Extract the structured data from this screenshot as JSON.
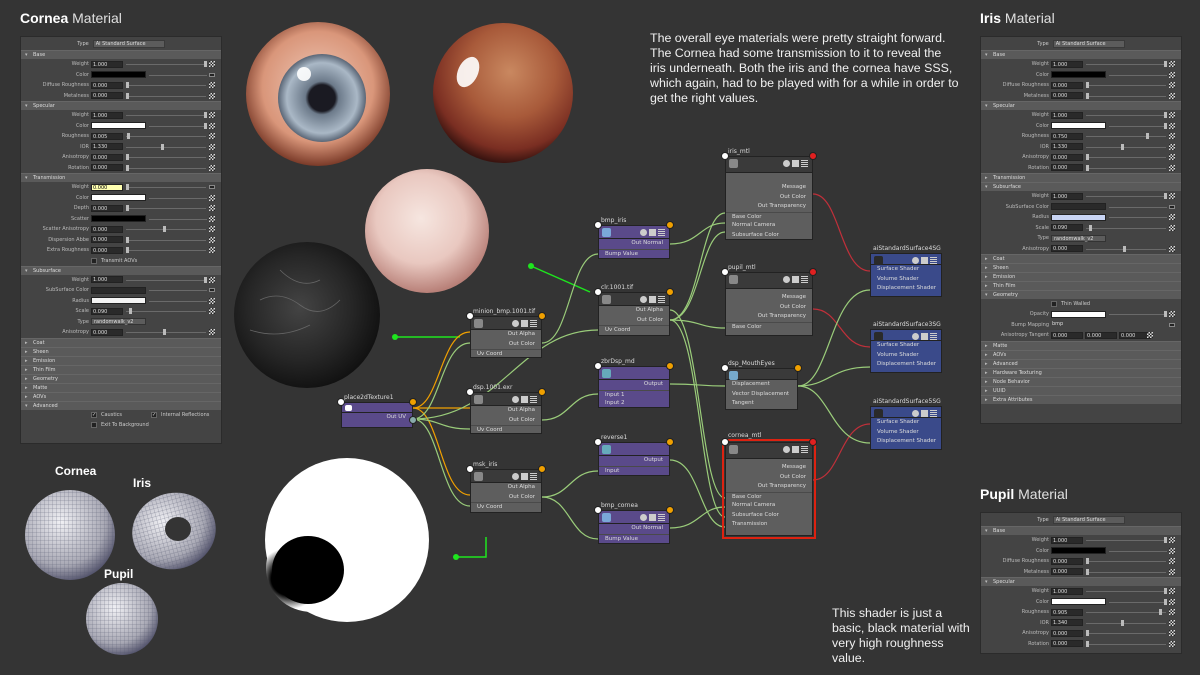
{
  "titles": {
    "cornea": {
      "bold": "Cornea",
      "light": "Material"
    },
    "iris": {
      "bold": "Iris",
      "light": "Material"
    },
    "pupil": {
      "bold": "Pupil",
      "light": "Material"
    }
  },
  "notes": {
    "top": "The overall eye materials were pretty straight forward. The Cornea had some transmission to it to reveal the iris underneath. Both the iris and the cornea have SSS, which again, had to be played with for a while in order to get the right values.",
    "bottom": "This shader is just a basic, black material with very high roughness value."
  },
  "mesh_labels": {
    "cornea": "Cornea",
    "iris": "Iris",
    "pupil": "Pupil"
  },
  "common": {
    "type_label": "Type",
    "type_value": "Ai Standard Surface"
  },
  "cornea_panel": {
    "base": "Base",
    "weight": "Weight",
    "weight_v": "1.000",
    "color": "Color",
    "diffuse_roughness": "Diffuse Roughness",
    "diffuse_roughness_v": "0.000",
    "metalness": "Metalness",
    "metalness_v": "0.000",
    "specular": "Specular",
    "s_weight_v": "1.000",
    "roughness": "Roughness",
    "roughness_v": "0.005",
    "ior": "IOR",
    "ior_v": "1.330",
    "anisotropy": "Anisotropy",
    "anisotropy_v": "0.000",
    "rotation": "Rotation",
    "rotation_v": "0.000",
    "transmission": "Transmission",
    "t_weight_v": "0.000",
    "depth": "Depth",
    "depth_v": "0.000",
    "scatter": "Scatter",
    "scatter_aniso": "Scatter Anisotropy",
    "scatter_aniso_v": "0.000",
    "dispersion": "Dispersion Abbe",
    "dispersion_v": "0.000",
    "extra_roughness": "Extra Roughness",
    "extra_roughness_v": "0.000",
    "transmit_aovs": "Transmit AOVs",
    "subsurface": "Subsurface",
    "ss_weight_v": "1.000",
    "ss_color": "SubSurface Color",
    "radius": "Radius",
    "scale": "Scale",
    "scale_v": "0.090",
    "type2_value": "randomwalk_v2",
    "ss_anisotropy_v": "0.000",
    "collapsed": [
      "Coat",
      "Sheen",
      "Emission",
      "Thin Film",
      "Geometry",
      "Matte",
      "AOVs",
      "Advanced"
    ],
    "caustics": "Caustics",
    "internal_reflections": "Internal Reflections",
    "exit_to_background": "Exit To Background"
  },
  "iris_panel": {
    "base": "Base",
    "weight_v": "1.000",
    "diffuse_roughness_v": "0.000",
    "metalness_v": "0.000",
    "specular": "Specular",
    "s_weight_v": "1.000",
    "roughness_v": "0.750",
    "ior_v": "1.330",
    "anisotropy_v": "0.000",
    "rotation_v": "0.000",
    "transmission": "Transmission",
    "subsurface": "Subsurface",
    "ss_weight_v": "1.000",
    "ss_color": "SubSurface Color",
    "scale_v": "0.090",
    "type2_value": "randomwalk_v2",
    "ss_anisotropy_v": "0.000",
    "coat": "Coat",
    "sheen": "Sheen",
    "emission": "Emission",
    "thin_film": "Thin Film",
    "geometry": "Geometry",
    "thin_walled": "Thin Walled",
    "opacity": "Opacity",
    "bump_mapping": "Bump Mapping",
    "bump_mapping_v": "bmp",
    "aniso_tangent": "Anisotropy Tangent",
    "aniso_tangent_v": [
      "0.000",
      "0.000",
      "0.000"
    ],
    "collapsed": [
      "Matte",
      "AOVs",
      "Advanced",
      "Hardware Texturing",
      "Node Behavior",
      "UUID",
      "Extra Attributes"
    ]
  },
  "pupil_panel": {
    "base": "Base",
    "weight_v": "1.000",
    "diffuse_roughness_v": "0.000",
    "metalness_v": "0.000",
    "specular": "Specular",
    "s_weight_v": "1.000",
    "roughness_v": "0.905",
    "ior_v": "1.340",
    "anisotropy_v": "0.000",
    "rotation_v": "0.000"
  },
  "nodes": {
    "place2d": {
      "title": "place2dTexture1",
      "out_uv": "Out UV"
    },
    "minion": {
      "title": "minion_bmp.1001.tif"
    },
    "dsp": {
      "title": "dsp.1001.exr"
    },
    "msk": {
      "title": "msk_iris"
    },
    "clr": {
      "title": "clr.1001.tif"
    },
    "bmp_iris": {
      "title": "bmp_iris"
    },
    "zbr": {
      "title": "zbrDsp_md",
      "input1": "Input 1",
      "input2": "Input 2"
    },
    "reverse": {
      "title": "reverse1",
      "input": "Input"
    },
    "bmp_cornea": {
      "title": "bmp_cornea"
    },
    "iris_mtl": {
      "title": "iris_mtl"
    },
    "pupil_mtl": {
      "title": "pupil_mtl"
    },
    "dsp_mouth": {
      "title": "dsp_MouthEyes",
      "displacement": "Displacement",
      "vector_disp": "Vector Displacement",
      "tangent": "Tangent"
    },
    "cornea_mtl": {
      "title": "cornea_mtl"
    },
    "sg4": {
      "title": "aiStandardSurface4SG"
    },
    "sg3": {
      "title": "aiStandardSurface3SG"
    },
    "sg5": {
      "title": "aiStandardSurface5SG"
    },
    "ports": {
      "out_alpha": "Out Alpha",
      "out_color": "Out Color",
      "uv_coord": "Uv Coord",
      "out_normal": "Out Normal",
      "bump_value": "Bump Value",
      "output": "Output",
      "message": "Message",
      "out_transparency": "Out Transparency",
      "base_color": "Base Color",
      "normal_camera": "Normal Camera",
      "subsurface_color": "Subsurface Color",
      "transmission": "Transmission",
      "surface_shader": "Surface Shader",
      "volume_shader": "Volume Shader",
      "displacement_shader": "Displacement Shader"
    }
  }
}
